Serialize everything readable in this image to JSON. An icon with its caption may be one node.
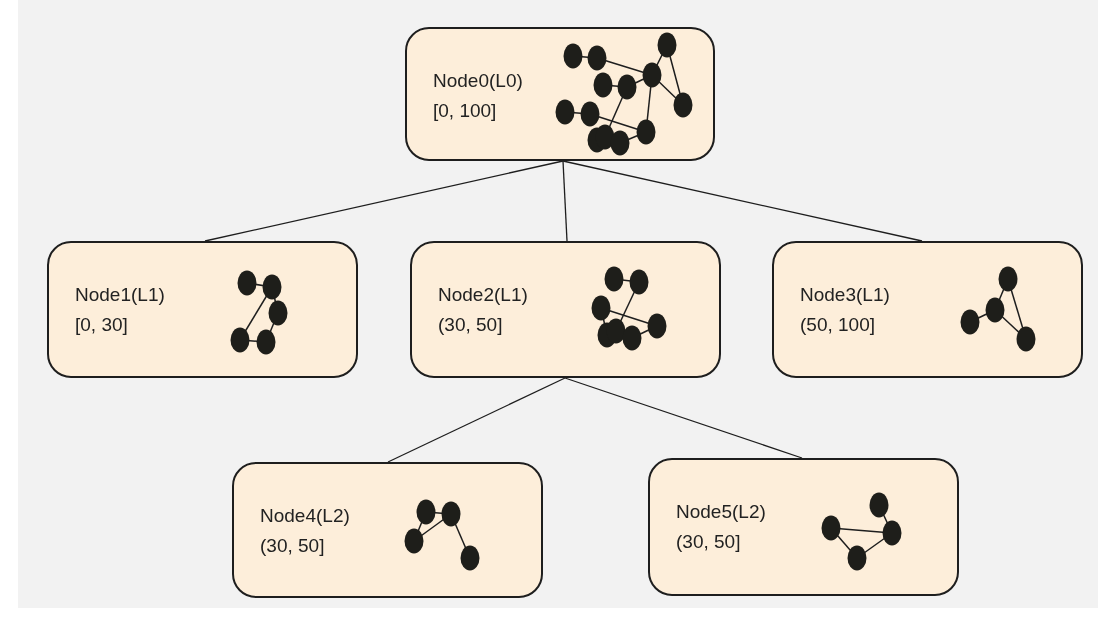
{
  "diagram": {
    "nodes": [
      {
        "text": [
          "Node0(L0)",
          "[0, 100]"
        ]
      },
      {
        "text": [
          "Node1(L1)",
          "[0, 30]"
        ]
      },
      {
        "text": [
          "Node2(L1)",
          "(30, 50]"
        ]
      },
      {
        "text": [
          "Node3(L1)",
          "(50, 100]"
        ]
      },
      {
        "text": [
          "Node4(L2)",
          "(30, 50]"
        ]
      },
      {
        "text": [
          "Node5(L2)",
          "(30, 50]"
        ]
      }
    ],
    "edges": [
      {
        "from": 0,
        "to": 1,
        "arrow": "none"
      },
      {
        "from": 0,
        "to": 2,
        "arrow": "none"
      },
      {
        "from": 0,
        "to": 3,
        "arrow": "none"
      },
      {
        "from": 2,
        "to": 4,
        "arrow": "none"
      },
      {
        "from": 2,
        "to": 5,
        "arrow": "none"
      }
    ]
  }
}
